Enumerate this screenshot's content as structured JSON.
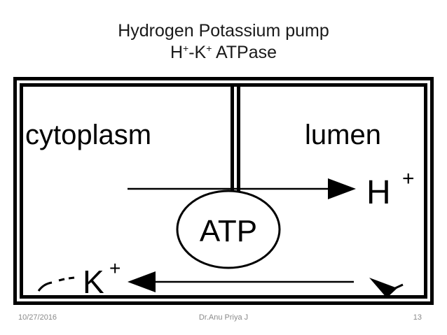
{
  "slide": {
    "title_line_1": "Hydrogen Potassium pump",
    "title_line_2": {
      "part_1": "H",
      "sup_1": "+",
      "part_2": "-K",
      "sup_2": "+",
      "part_3": " ATPase"
    }
  },
  "diagram": {
    "left_region_label": "cytoplasm",
    "right_region_label": "lumen",
    "center_label": "ATP",
    "top_ion": {
      "symbol": "H",
      "charge": "+"
    },
    "bottom_ion": {
      "symbol": "K",
      "charge": "+"
    }
  },
  "footer": {
    "date": "10/27/2016",
    "author": "Dr.Anu Priya J",
    "page_number": "13"
  }
}
